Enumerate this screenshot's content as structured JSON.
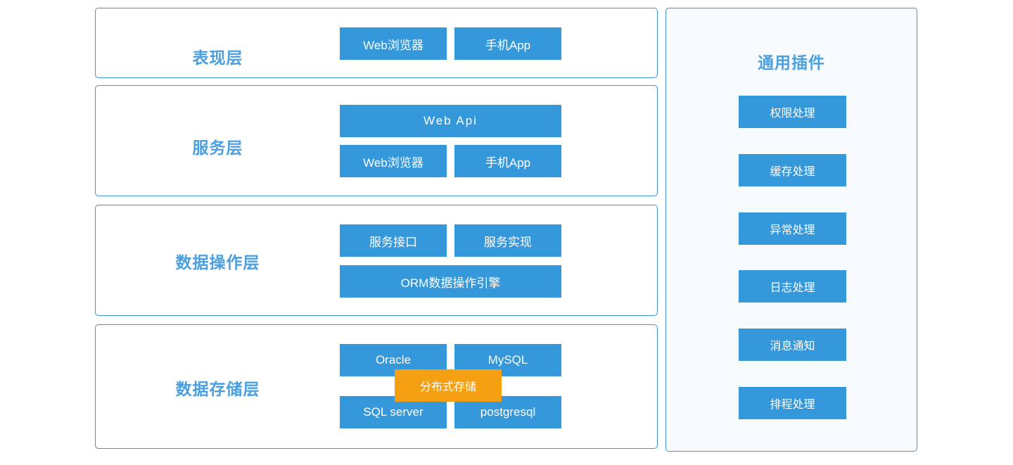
{
  "diagram": {
    "title_color": "#4a9fe0",
    "box_color": "#3498db",
    "highlight_color": "#f5a012",
    "border_color": "#3d93d5",
    "panel_bg": "#f7fbfe"
  },
  "layers": [
    {
      "title": "表现层",
      "boxes": [
        {
          "label": "Web浏览器"
        },
        {
          "label": "手机App"
        }
      ]
    },
    {
      "title": "服务层",
      "boxes": [
        {
          "label": "Web Api"
        },
        {
          "label": "Web浏览器"
        },
        {
          "label": "手机App"
        }
      ]
    },
    {
      "title": "数据操作层",
      "boxes": [
        {
          "label": "服务接口"
        },
        {
          "label": "服务实现"
        },
        {
          "label": "ORM数据操作引擎"
        }
      ]
    },
    {
      "title": "数据存储层",
      "boxes": [
        {
          "label": "Oracle"
        },
        {
          "label": "MySQL"
        },
        {
          "label": "SQL server"
        },
        {
          "label": "postgresql"
        }
      ],
      "highlight": {
        "label": "分布式存储"
      }
    }
  ],
  "plugins": {
    "title": "通用插件",
    "items": [
      {
        "label": "权限处理"
      },
      {
        "label": "缓存处理"
      },
      {
        "label": "异常处理"
      },
      {
        "label": "日志处理"
      },
      {
        "label": "消息通知"
      },
      {
        "label": "排程处理"
      }
    ]
  }
}
